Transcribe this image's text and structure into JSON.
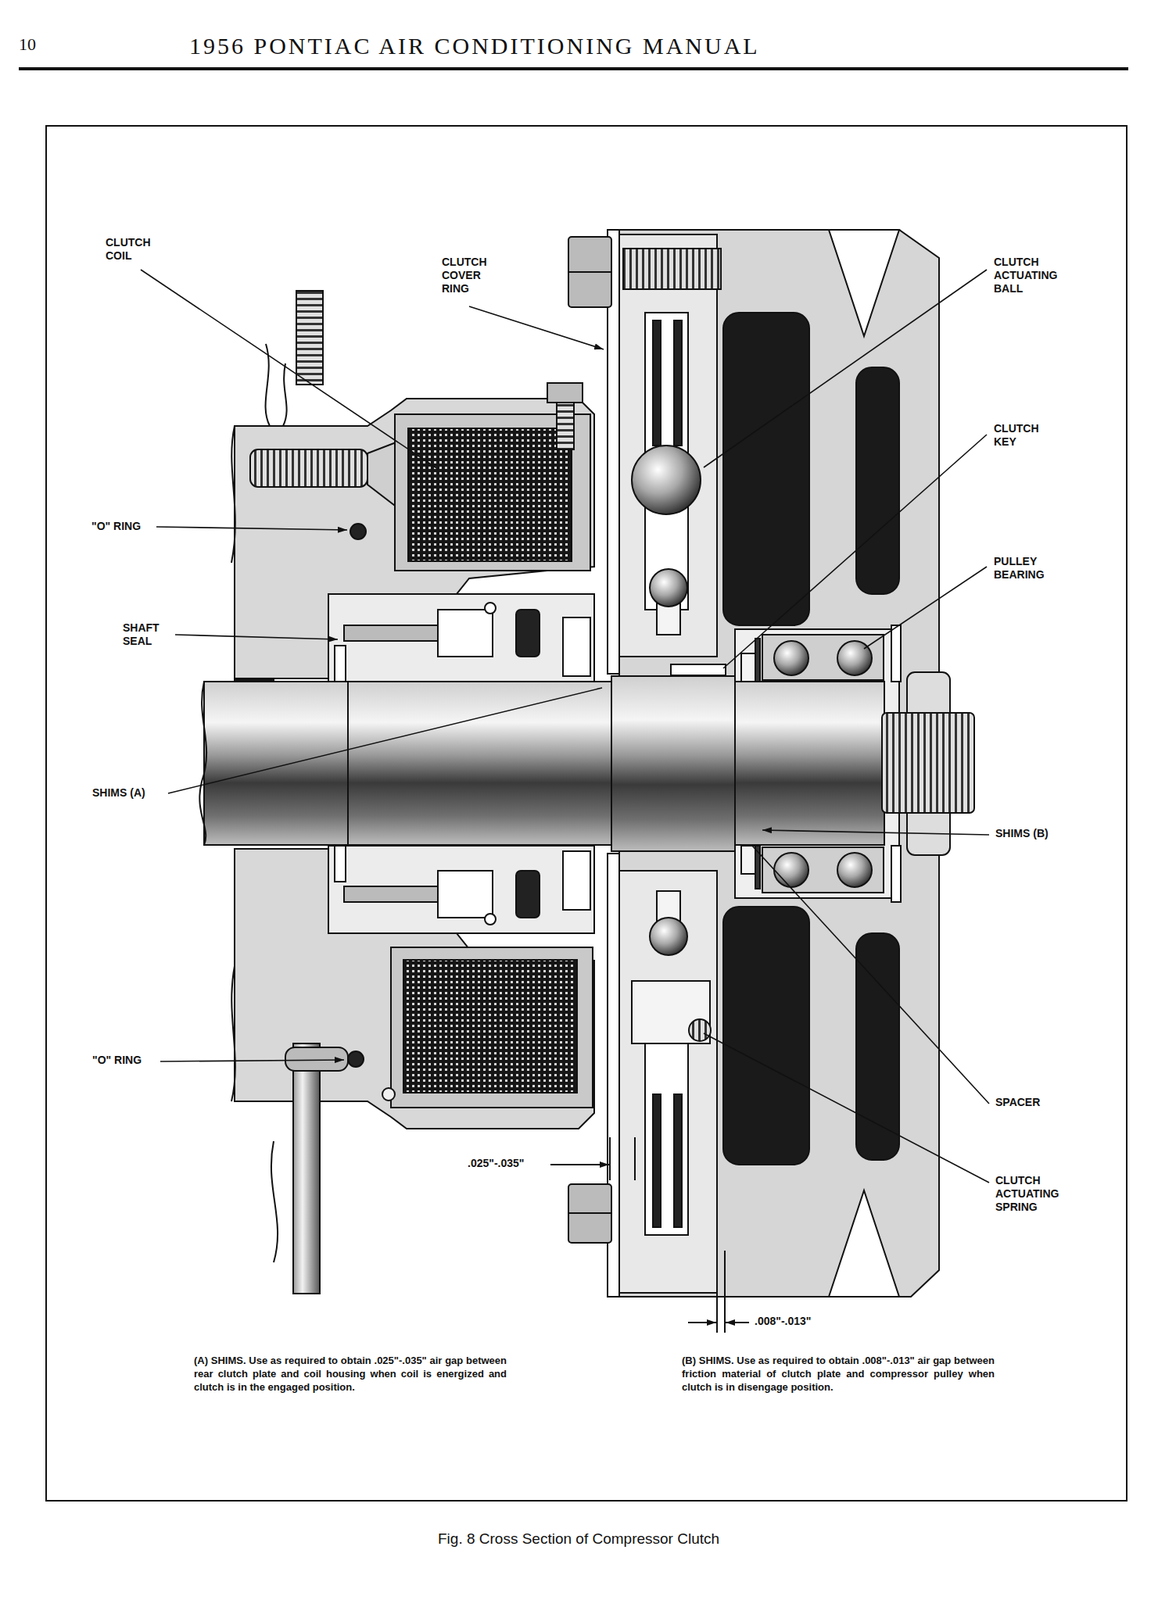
{
  "diagram": {
    "title": "1956 PONTIAC AIR CONDITIONING MANUAL",
    "caption": "Fig. 8 Cross Section of Compressor Clutch",
    "labels": [
      "10",
      "CLUTCH COIL",
      "CLUTCH COVER RING",
      "CLUTCH ACTUATING BALL",
      "CLUTCH KEY",
      "\"O\" RING",
      "PULLEY BEARING",
      "SHAFT SEAL",
      "SHIMS (A)",
      "SHIMS (B)",
      "\"O\" RING",
      "SPACER",
      ".025\"-.035\"",
      "CLUTCH ACTUATING SPRING",
      ".008\"-.013\"",
      "(A) SHIMS. Use as required to obtain .025\"-.035\" air gap between rear clutch plate and coil housing when coil is energized and clutch is in the engaged position.",
      "(B) SHIMS. Use as required to obtain .008\"-.013\" air gap between friction material of clutch plate and compressor pulley when clutch is in disengage position."
    ]
  }
}
